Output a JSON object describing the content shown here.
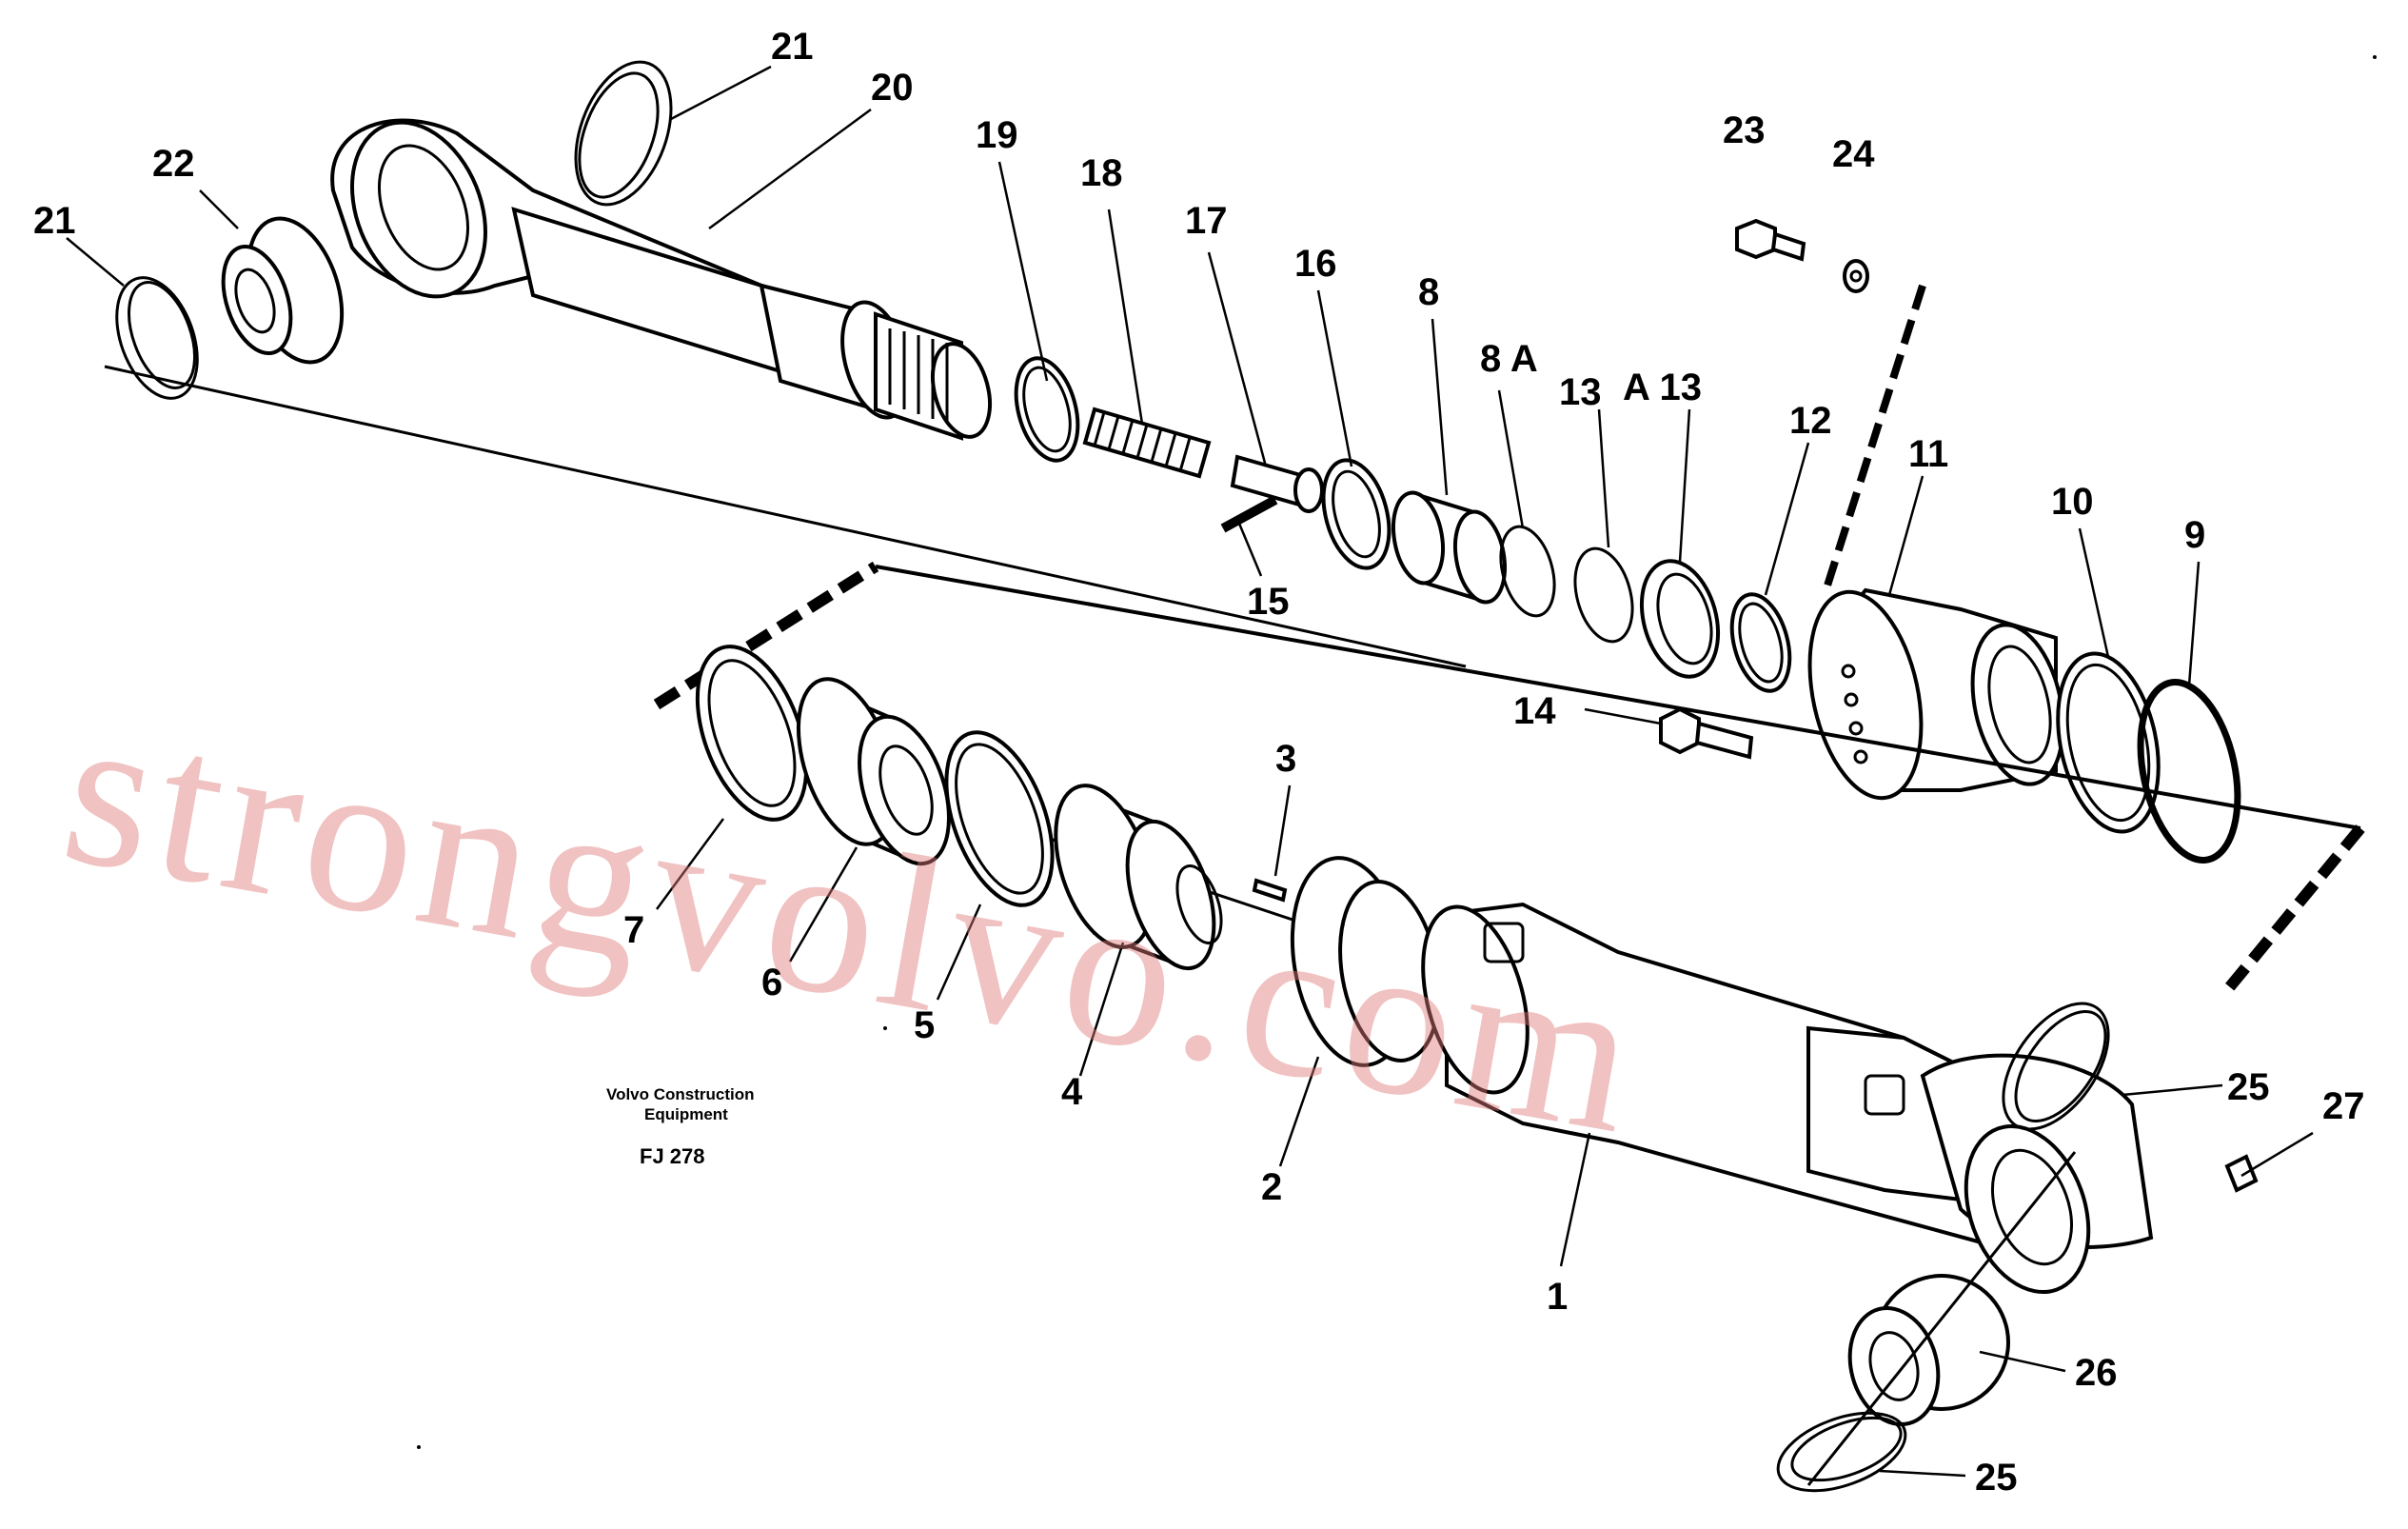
{
  "watermark": "strongvolvo.com",
  "caption": {
    "line1": "Volvo Construction",
    "line2": "Equipment",
    "code": "FJ 278"
  },
  "labels": {
    "l21a": "21",
    "l20": "20",
    "l22": "22",
    "l21b": "21",
    "l19": "19",
    "l18": "18",
    "l17": "17",
    "l16": "16",
    "l15": "15",
    "l8": "8",
    "l8a": "8 A",
    "l13a": "13",
    "l13b": "A 13",
    "l12": "12",
    "l23": "23",
    "l24": "24",
    "l11": "11",
    "l10": "10",
    "l9": "9",
    "l14": "14",
    "l3": "3",
    "l7": "7",
    "l6": "6",
    "l5": "5",
    "l4": "4",
    "l2": "2",
    "l1": "1",
    "l25a": "25",
    "l27": "27",
    "l26": "26",
    "l25b": "25"
  }
}
